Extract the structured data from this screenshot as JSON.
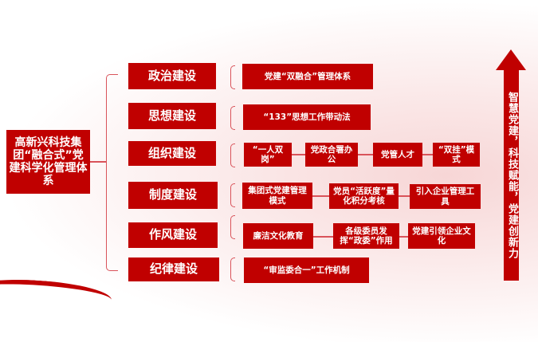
{
  "root": "高新兴科技集团“融合式”党建科学化管理体系",
  "categories": [
    {
      "label": "政治建设",
      "items": [
        "党建“双融合”管理体系"
      ]
    },
    {
      "label": "思想建设",
      "items": [
        "“133”思想工作带动法"
      ]
    },
    {
      "label": "组织建设",
      "items": [
        "“一人双岗”",
        "党政合署办公",
        "党管人才",
        "“双挂”模式"
      ]
    },
    {
      "label": "制度建设",
      "items": [
        "集团式党建管理模式",
        "党员“活跃度”量化积分考核",
        "引入企业管理工具"
      ]
    },
    {
      "label": "作风建设",
      "items": [
        "廉洁文化教育",
        "各级委员发挥“政委”作用",
        "党建引领企业文化"
      ]
    },
    {
      "label": "纪律建设",
      "items": [
        "“审监委合一”工作机制"
      ]
    }
  ],
  "slogan": "智慧党建，科技赋能，党建创新力",
  "colors": {
    "primary": "#c00000",
    "line": "#d9535a"
  }
}
